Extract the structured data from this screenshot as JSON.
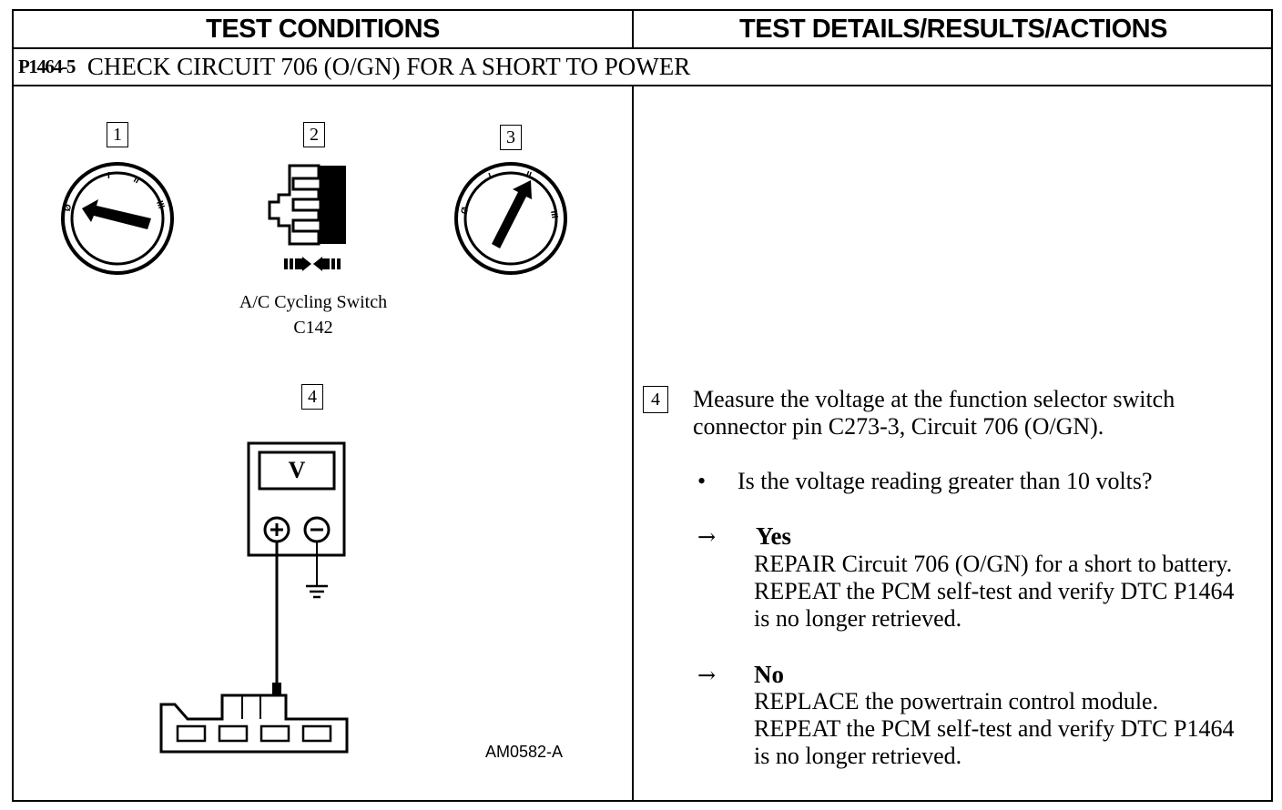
{
  "header": {
    "left": "TEST CONDITIONS",
    "right": "TEST DETAILS/RESULTS/ACTIONS"
  },
  "step": {
    "code": "P1464-5",
    "title": "CHECK CIRCUIT 706 (O/GN) FOR A SHORT TO POWER"
  },
  "figure": {
    "steps": [
      "1",
      "2",
      "3",
      "4"
    ],
    "connector_caption_line1": "A/C Cycling Switch",
    "connector_caption_line2": "C142",
    "meter_label": "V",
    "figure_code": "AM0582-A"
  },
  "details": {
    "step_number": "4",
    "instruction": "Measure the voltage at the function selector switch connector pin C273-3, Circuit 706 (O/GN).",
    "bullet": "•",
    "question": "Is the voltage reading greater than 10 volts?",
    "arrow": "→",
    "answers": [
      {
        "label": "Yes",
        "text": "REPAIR Circuit 706 (O/GN) for a short to battery. REPEAT the PCM self-test and verify DTC P1464 is no longer retrieved."
      },
      {
        "label": "No",
        "text": "REPLACE the powertrain control module. REPEAT the PCM  self-test and verify DTC P1464 is no longer  retrieved."
      }
    ]
  }
}
